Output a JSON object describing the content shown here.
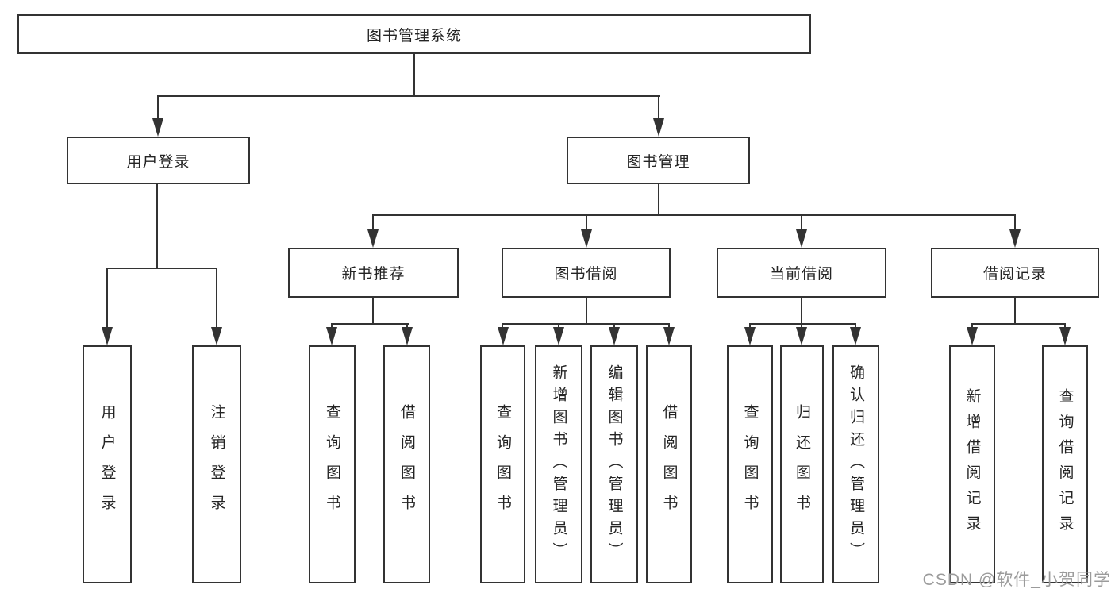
{
  "tree": {
    "root": {
      "label": "图书管理系统",
      "children": [
        {
          "label": "用户登录",
          "children": [
            {
              "label": "用户登录"
            },
            {
              "label": "注销登录"
            }
          ]
        },
        {
          "label": "图书管理",
          "children": [
            {
              "label": "新书推荐",
              "children": [
                {
                  "label": "查询图书"
                },
                {
                  "label": "借阅图书"
                }
              ]
            },
            {
              "label": "图书借阅",
              "children": [
                {
                  "label": "查询图书"
                },
                {
                  "label": "新增图书（管理员）"
                },
                {
                  "label": "编辑图书（管理员）"
                },
                {
                  "label": "借阅图书"
                }
              ]
            },
            {
              "label": "当前借阅",
              "children": [
                {
                  "label": "查询图书"
                },
                {
                  "label": "归还图书"
                },
                {
                  "label": "确认归还（管理员）"
                }
              ]
            },
            {
              "label": "借阅记录",
              "children": [
                {
                  "label": "新增借阅记录"
                },
                {
                  "label": "查询借阅记录"
                }
              ]
            }
          ]
        }
      ]
    }
  },
  "watermark": {
    "text": "CSDN @软件_小贺同学"
  },
  "colors": {
    "line": "#333333",
    "box_border": "#333333",
    "text": "#242424",
    "watermark": "#9b9b9b",
    "background": "#ffffff"
  }
}
